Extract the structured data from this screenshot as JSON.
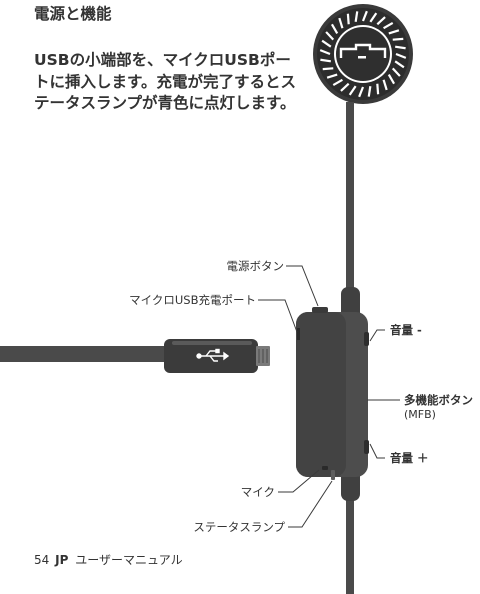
{
  "heading": "電源と機能",
  "description": "USBの小端部を、マイクロUSBポートに挿入します。充電が完了するとステータスランプが青色に点灯します。",
  "callouts": {
    "power_button": "電源ボタン",
    "micro_usb_port": "マイクロUSB充電ポート",
    "volume_down": "音量 -",
    "mfb": "多機能ボタン",
    "mfb_sub": "(MFB)",
    "volume_up": "音量 ＋",
    "mic": "マイク",
    "status_lamp": "ステータスランプ"
  },
  "footer": {
    "page_number": "54",
    "lang_code": "JP",
    "manual_title": "ユーザーマニュアル"
  }
}
